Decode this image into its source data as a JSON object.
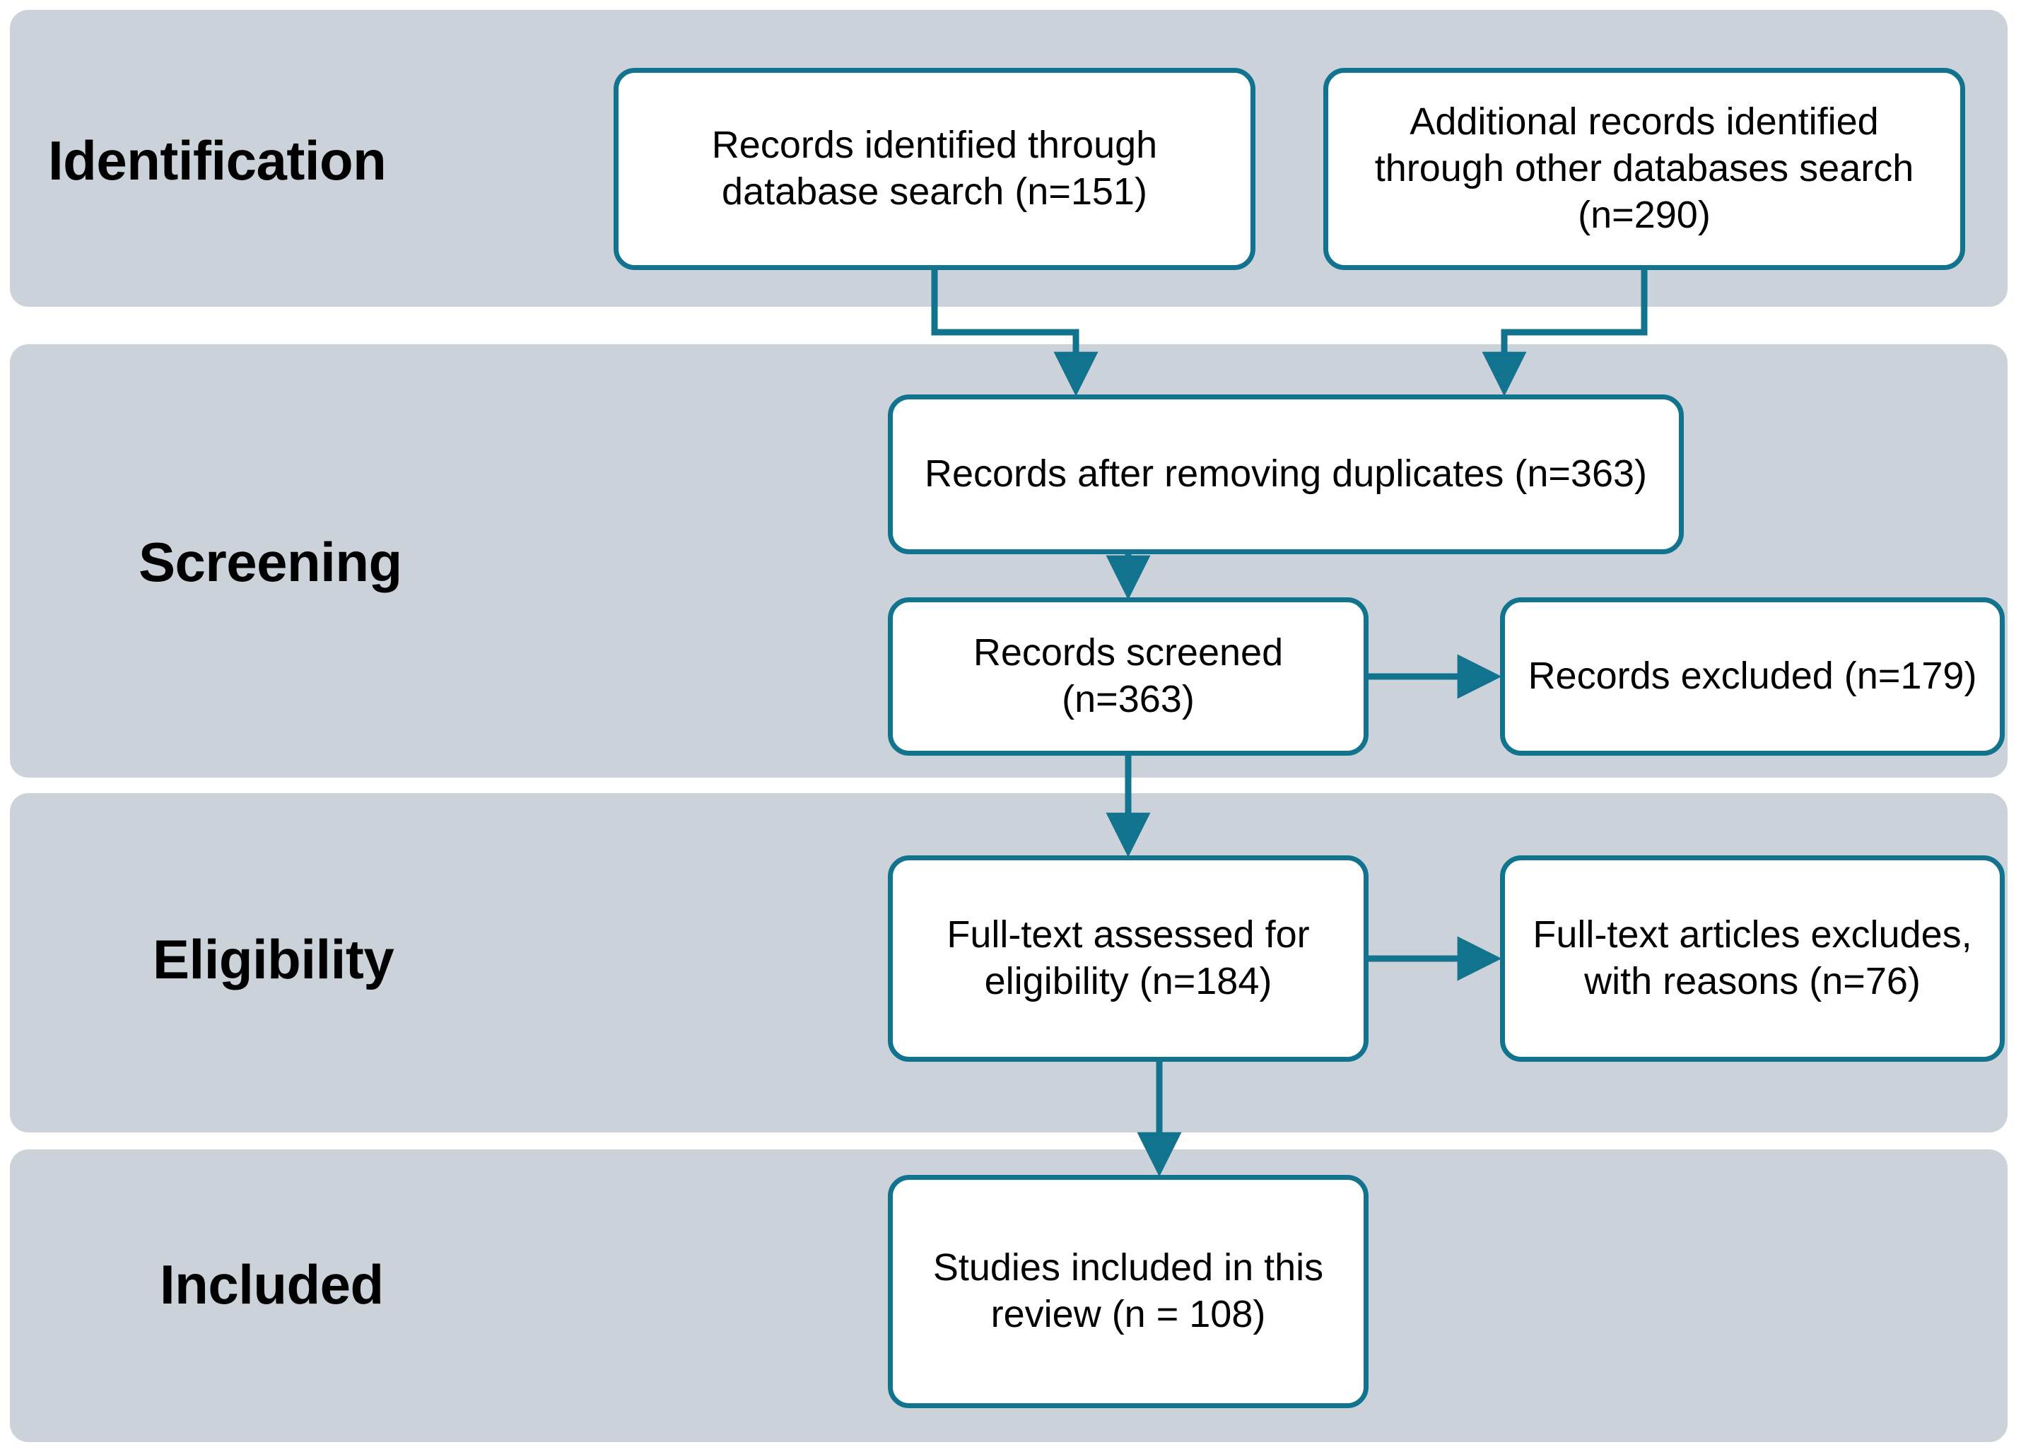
{
  "diagram": {
    "title": "PRISMA flow diagram",
    "type": "flowchart",
    "band_color": "#cbd2da",
    "node_border_color": "#12738e",
    "node_fill_color": "#ffffff",
    "connector_color": "#12738e",
    "text_color": "#000000"
  },
  "stages": [
    {
      "id": "identification",
      "label": "Identification"
    },
    {
      "id": "screening",
      "label": "Screening"
    },
    {
      "id": "eligibility",
      "label": "Eligibility"
    },
    {
      "id": "included",
      "label": "Included"
    }
  ],
  "nodes": {
    "db_search": {
      "text": "Records identified through database search (n=151)",
      "n": 151,
      "stage": "identification"
    },
    "other_db": {
      "text": "Additional records identified through other databases search (n=290)",
      "n": 290,
      "stage": "identification"
    },
    "duplicates": {
      "text": "Records after removing duplicates (n=363)",
      "n": 363,
      "stage": "screening"
    },
    "screened": {
      "text": "Records screened (n=363)",
      "n": 363,
      "stage": "screening"
    },
    "excluded": {
      "text": "Records excluded (n=179)",
      "n": 179,
      "stage": "screening"
    },
    "fulltext": {
      "text": "Full-text assessed for eligibility (n=184)",
      "n": 184,
      "stage": "eligibility"
    },
    "fulltext_excluded": {
      "text": "Full-text articles excludes, with reasons (n=76)",
      "n": 76,
      "stage": "eligibility"
    },
    "included": {
      "text": "Studies included in this review (n = 108)",
      "n": 108,
      "stage": "included"
    }
  },
  "edges": [
    {
      "from": "db_search",
      "to": "duplicates",
      "style": "elbow-down"
    },
    {
      "from": "other_db",
      "to": "duplicates",
      "style": "elbow-down"
    },
    {
      "from": "duplicates",
      "to": "screened",
      "style": "straight-down"
    },
    {
      "from": "screened",
      "to": "excluded",
      "style": "straight-right"
    },
    {
      "from": "screened",
      "to": "fulltext",
      "style": "straight-down"
    },
    {
      "from": "fulltext",
      "to": "fulltext_excluded",
      "style": "straight-right"
    },
    {
      "from": "fulltext",
      "to": "included",
      "style": "straight-down"
    }
  ]
}
